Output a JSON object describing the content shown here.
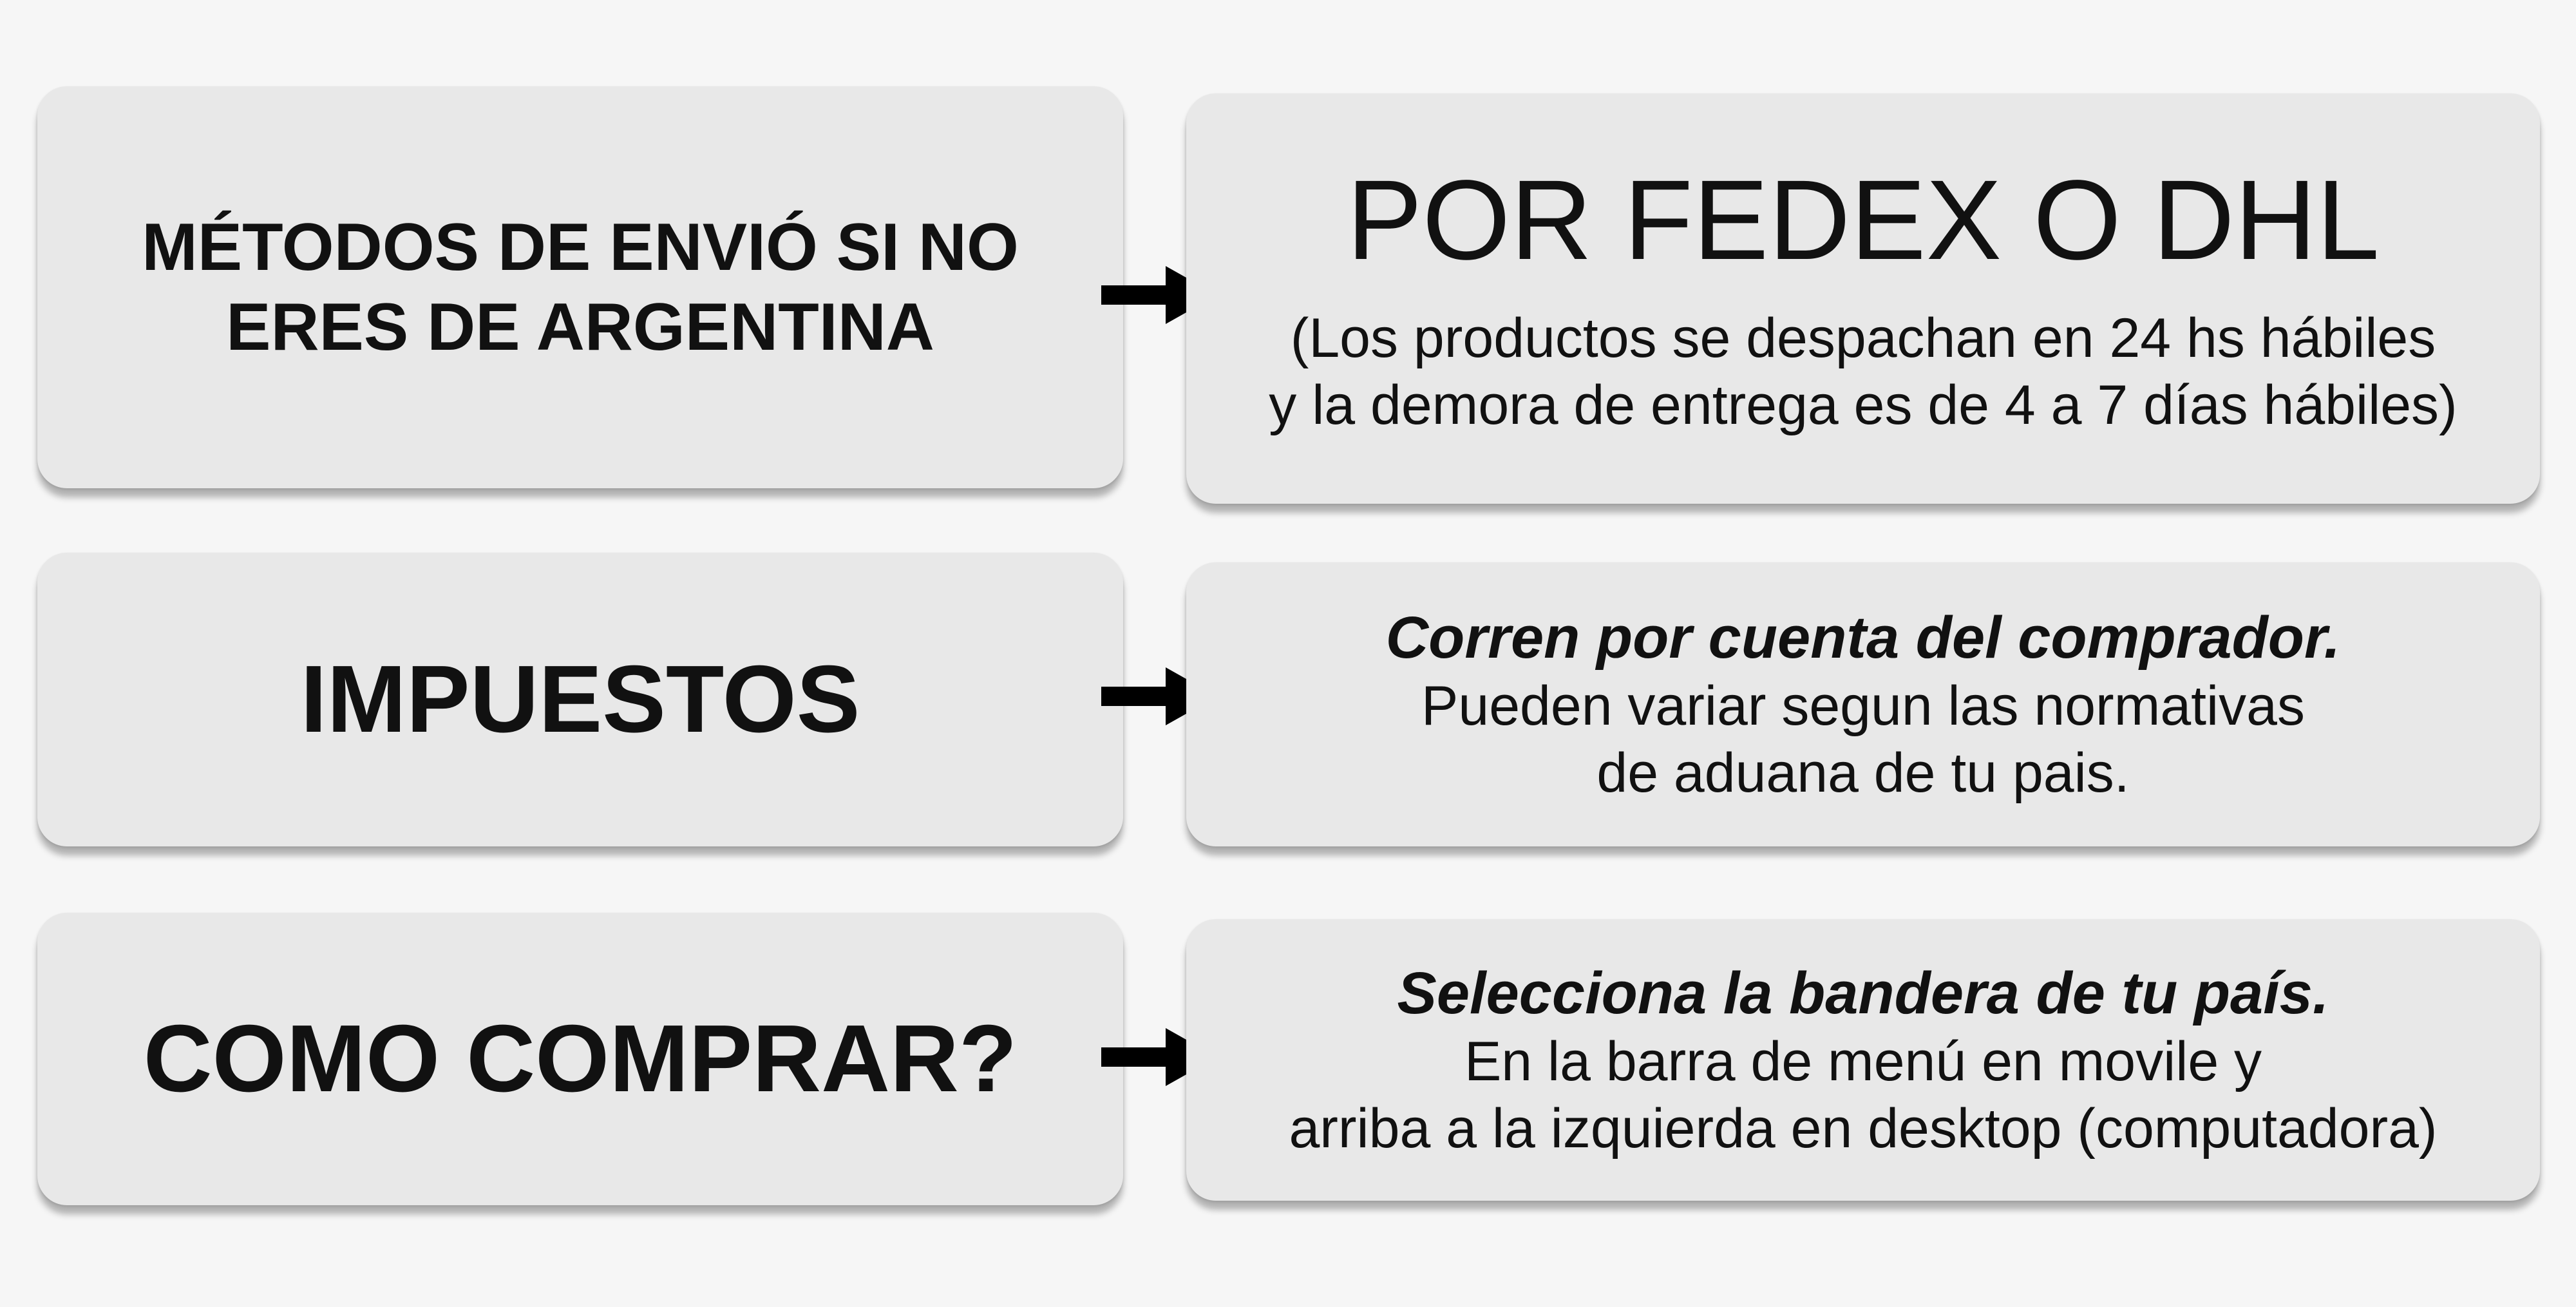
{
  "rows": [
    {
      "left_heading": "MÉTODOS DE ENVIÓ SI NO ERES DE ARGENTINA",
      "right_title": "POR FEDEX O DHL",
      "right_lines": [
        "(Los productos se despachan en 24 hs hábiles",
        "y la demora de entrega es de 4 a 7 días hábiles)"
      ]
    },
    {
      "left_heading": "IMPUESTOS",
      "right_emphasis": "Corren por cuenta del comprador.",
      "right_lines": [
        "Pueden variar segun las normativas",
        "de aduana de tu pais."
      ]
    },
    {
      "left_heading": "COMO COMPRAR?",
      "right_emphasis": "Selecciona la bandera de tu país.",
      "right_lines": [
        "En la barra de menú en movile y",
        "arriba a la izquierda en desktop (computadora)"
      ]
    }
  ],
  "colors": {
    "background": "#f6f6f6",
    "box": "#e8e8e8",
    "text": "#111111",
    "arrow": "#000000"
  },
  "icons": [
    "arrow-right-icon"
  ]
}
